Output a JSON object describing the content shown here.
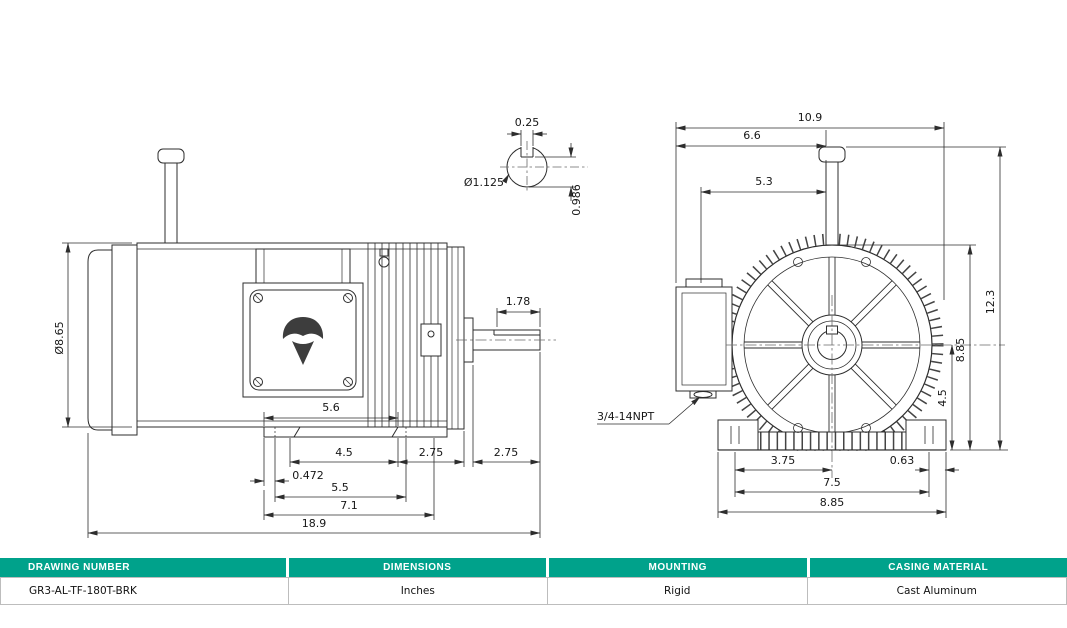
{
  "colors": {
    "accent": "#00a28b"
  },
  "views": {
    "side": {
      "frame_dia": "Ø8.65",
      "key_w": "0.25",
      "shaft_dia": "Ø1.125",
      "key_h": "0.986",
      "d178": "1.78",
      "d56": "5.6",
      "d45": "4.5",
      "d0472": "0.472",
      "d275a": "2.75",
      "d275b": "2.75",
      "d55": "5.5",
      "d71": "7.1",
      "d189": "18.9"
    },
    "front": {
      "d109": "10.9",
      "d66": "6.6",
      "d53": "5.3",
      "d123": "12.3",
      "d885r": "8.85",
      "d45": "4.5",
      "npt": "3/4-14NPT",
      "d375": "3.75",
      "d063": "0.63",
      "d75": "7.5",
      "d885b": "8.85"
    }
  },
  "table": {
    "headers": [
      "DRAWING NUMBER",
      "DIMENSIONS",
      "MOUNTING",
      "CASING MATERIAL"
    ],
    "values": [
      "GR3-AL-TF-180T-BRK",
      "Inches",
      "Rigid",
      "Cast Aluminum"
    ]
  }
}
